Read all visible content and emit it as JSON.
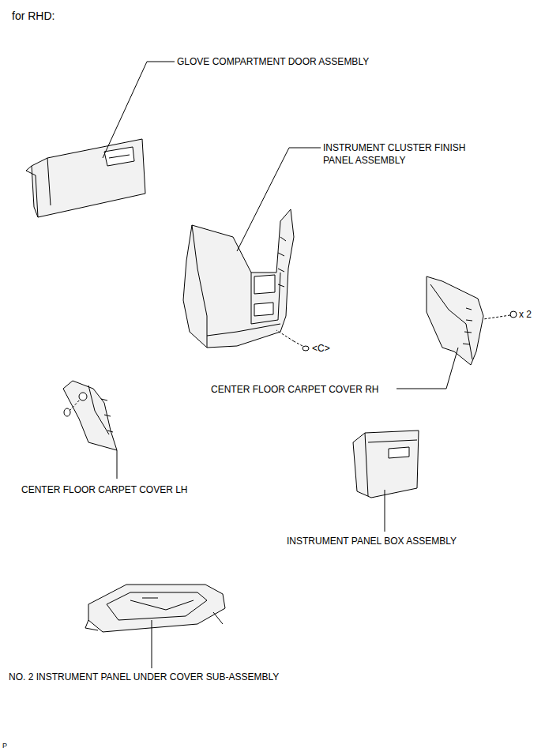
{
  "diagram": {
    "title": "for RHD:",
    "labels": [
      "GLOVE COMPARTMENT DOOR ASSEMBLY",
      "INSTRUMENT CLUSTER FINISH PANEL ASSEMBLY",
      "<C>",
      "x 2",
      "CENTER FLOOR CARPET COVER RH",
      "CENTER FLOOR CARPET COVER LH",
      "INSTRUMENT PANEL BOX ASSEMBLY",
      "NO. 2 INSTRUMENT PANEL UNDER COVER SUB-ASSEMBLY",
      "P"
    ]
  }
}
